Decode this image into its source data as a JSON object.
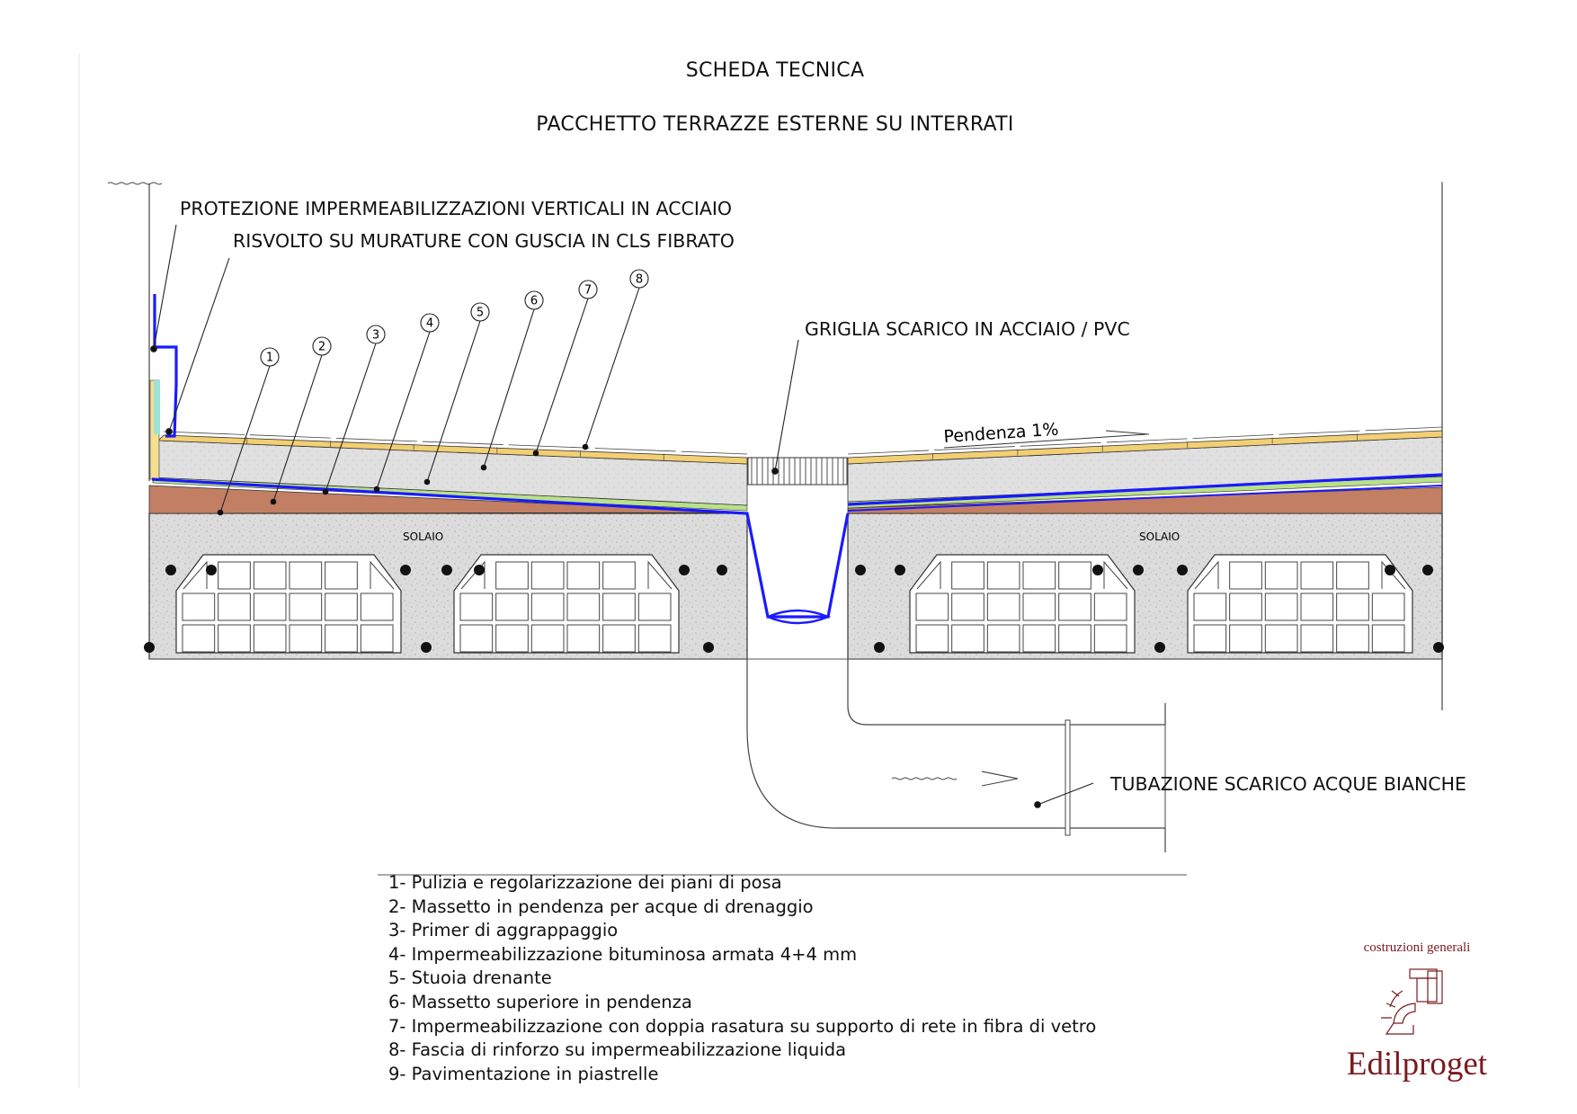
{
  "header": {
    "title": "SCHEDA TECNICA",
    "subtitle": "PACCHETTO TERRAZZE ESTERNE SU INTERRATI"
  },
  "callouts": {
    "protection": "PROTEZIONE IMPERMEABILIZZAZIONI VERTICALI IN ACCIAIO",
    "upturn": "RISVOLTO SU MURATURE CON GUSCIA IN CLS FIBRATO",
    "grate": "GRIGLIA SCARICO IN ACCIAIO / PVC",
    "pipe": "TUBAZIONE SCARICO ACQUE BIANCHE"
  },
  "slope_label": "Pendenza 1%",
  "slab_labels": [
    "SOLAIO",
    "SOLAIO"
  ],
  "markers": [
    "1",
    "2",
    "3",
    "4",
    "5",
    "6",
    "7",
    "8"
  ],
  "legend": [
    "1- Pulizia e regolarizzazione dei piani di posa",
    "2- Massetto in pendenza per acque di drenaggio",
    "3- Primer di aggrappaggio",
    "4- Impermeabilizzazione bituminosa armata 4+4 mm",
    "5- Stuoia drenante",
    "6- Massetto superiore in pendenza",
    "7- Impermeabilizzazione con doppia rasatura su supporto di rete in fibra di vetro",
    "8- Fascia di rinforzo su impermeabilizzazione liquida",
    "9- Pavimentazione in piastrelle"
  ],
  "logo": {
    "tagline": "costruzioni generali",
    "name": "Edilproget"
  },
  "colors": {
    "waterproofing": "#1a1aff",
    "screed_slope": "#c27f64",
    "drain_mat": "#b9e08a",
    "concrete": "#d9d9d9",
    "finish_layer": "#f2cf74",
    "brand": "#7a1a1f"
  }
}
